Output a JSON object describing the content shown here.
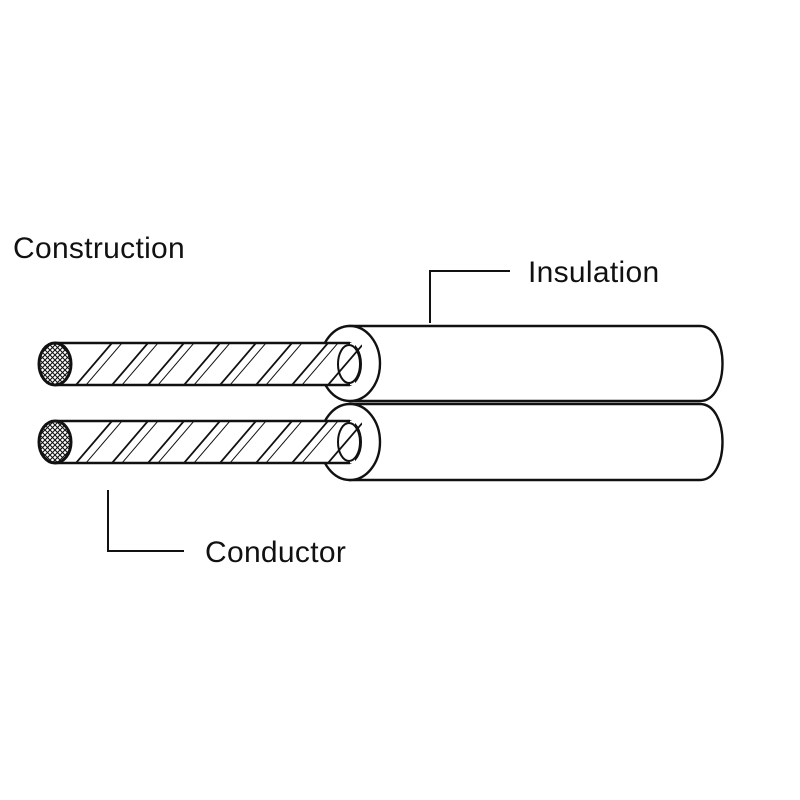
{
  "diagram": {
    "title": "Construction",
    "labels": {
      "insulation": "Insulation",
      "conductor": "Conductor"
    },
    "colors": {
      "stroke": "#111111",
      "background": "#ffffff"
    }
  }
}
